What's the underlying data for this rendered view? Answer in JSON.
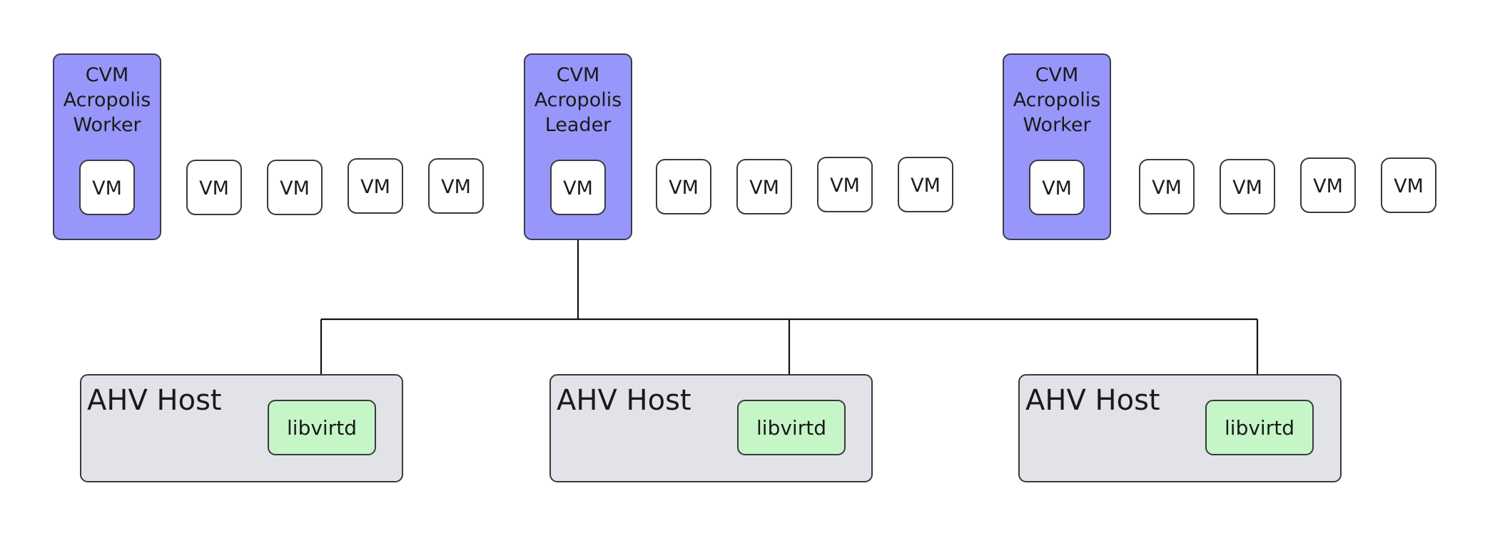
{
  "colors": {
    "cvm_fill": "#9797fb",
    "vm_fill": "#ffffff",
    "host_fill": "#e1e3e8",
    "libvirtd_fill": "#c6f6c8",
    "line": "#111111"
  },
  "cvms": [
    {
      "lines": [
        "CVM",
        "Acropolis",
        "Worker"
      ],
      "vm_label": "VM"
    },
    {
      "lines": [
        "CVM",
        "Acropolis",
        "Leader"
      ],
      "vm_label": "VM"
    },
    {
      "lines": [
        "CVM",
        "Acropolis",
        "Worker"
      ],
      "vm_label": "VM"
    }
  ],
  "user_vms": [
    [
      "VM",
      "VM",
      "VM",
      "VM"
    ],
    [
      "VM",
      "VM",
      "VM",
      "VM"
    ],
    [
      "VM",
      "VM",
      "VM",
      "VM"
    ]
  ],
  "hosts": [
    {
      "label": "AHV Host",
      "daemon": "libvirtd"
    },
    {
      "label": "AHV Host",
      "daemon": "libvirtd"
    },
    {
      "label": "AHV Host",
      "daemon": "libvirtd"
    }
  ]
}
